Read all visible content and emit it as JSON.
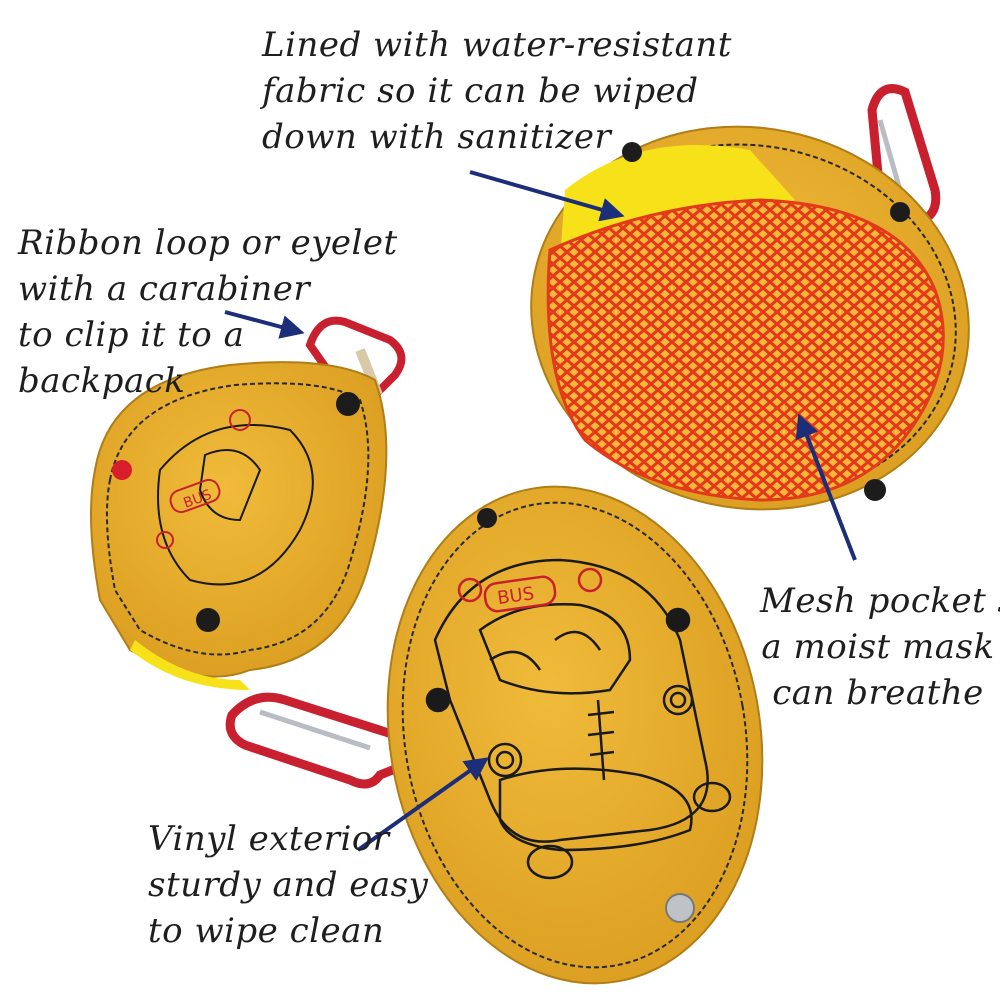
{
  "callouts": {
    "lined": {
      "lines": [
        "Lined with water-resistant",
        "fabric so it can be wiped",
        "down with sanitizer"
      ]
    },
    "ribbon": {
      "lines": [
        "Ribbon loop or eyelet",
        "with a carabiner",
        "to clip it to a",
        "backpack"
      ]
    },
    "mesh": {
      "lines": [
        "Mesh pocket so",
        "a moist mask",
        "can breathe"
      ]
    },
    "vinyl": {
      "lines": [
        "Vinyl exterior",
        "sturdy and easy",
        "to wipe clean"
      ]
    }
  },
  "embroidery": {
    "bus_label": "BUS"
  },
  "colors": {
    "vinyl_yellow": "#eab02a",
    "vinyl_shadow": "#cf941c",
    "mesh_red": "#e8401c",
    "lining_yellow": "#f7e21a",
    "carabiner_red": "#c8202e",
    "arrow_navy": "#1c2e7a",
    "stitch_black": "#1a1a1a",
    "snap_black": "#1c1c1c"
  }
}
